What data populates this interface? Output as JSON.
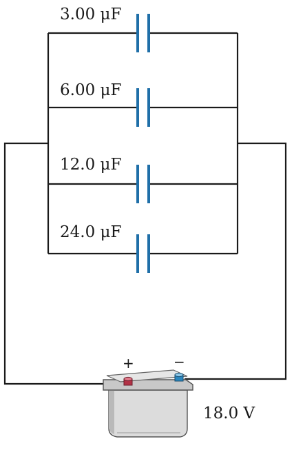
{
  "capacitors": [
    {
      "label": "3.00 μF"
    },
    {
      "label": "6.00 μF"
    },
    {
      "label": "12.0 μF"
    },
    {
      "label": "24.0 μF"
    }
  ],
  "battery": {
    "voltage_label": "18.0 V",
    "positive_symbol": "+",
    "negative_symbol": "−"
  },
  "colors": {
    "wire": "#1a1a1a",
    "capacitor_plate": "#1f6fa8",
    "battery_body": "#d9d9d9",
    "battery_top": "#c9c9c9",
    "positive_terminal": "#c0394b",
    "negative_terminal": "#2f8fc4"
  }
}
